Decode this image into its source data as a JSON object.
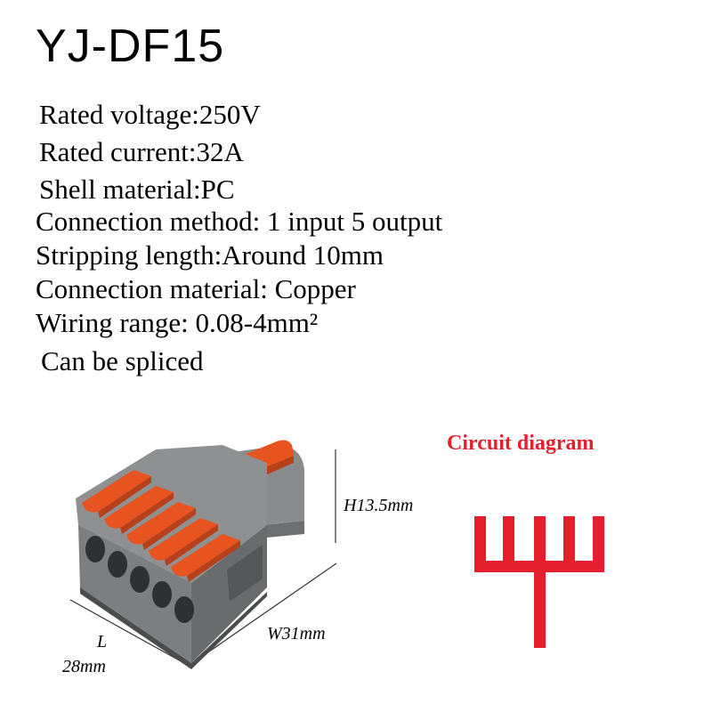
{
  "title": "YJ-DF15",
  "specs": [
    "Rated voltage:250V",
    "Rated current:32A",
    "Shell material:PC",
    "Connection method: 1 input 5 output",
    "Stripping length:Around 10mm",
    "Connection material: Copper",
    "Wiring range: 0.08-4mm²",
    "Can be spliced"
  ],
  "dimensions": {
    "height": "H13.5mm",
    "width": "W31mm",
    "length_letter": "L",
    "length_value": "28mm"
  },
  "circuit_title": "Circuit diagram",
  "colors": {
    "lever": "#e8541f",
    "housing": "#8a8b8d",
    "housing_dark": "#5f6062",
    "circuit": "#e4202e"
  }
}
